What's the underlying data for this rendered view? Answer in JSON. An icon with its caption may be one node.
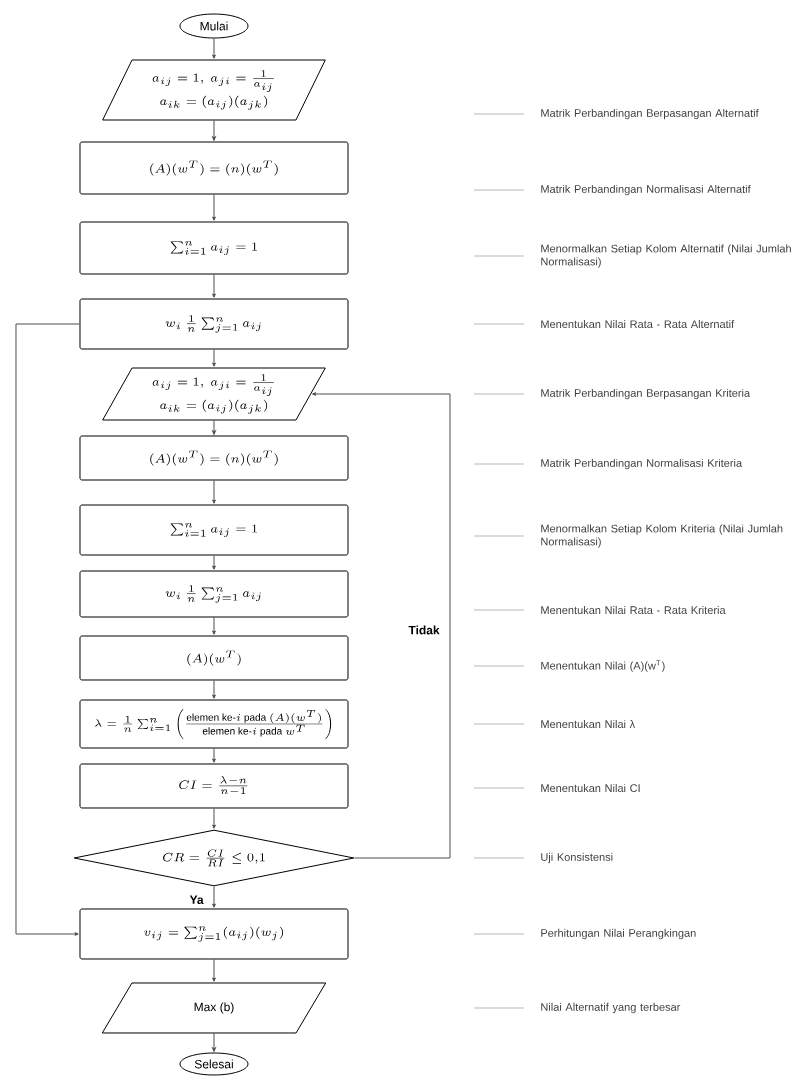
{
  "diagram": {
    "nodes": [
      {
        "text": [
          "Mulai"
        ]
      },
      {
        "text": [
          "a_{ij} = 1,\\ a_{ji} = \\frac{1}{a_{ij}}",
          "a_{ik} = (a_{ij})(a_{jk})"
        ]
      },
      {
        "text": [
          "(A)(w^T) = (n)(w^T)"
        ]
      },
      {
        "text": [
          "\\sum_{i=1}^{n} a_{ij} = 1"
        ]
      },
      {
        "text": [
          "w_i\\,\\frac{1}{n}\\sum_{j=1}^{n} a_{ij}"
        ]
      },
      {
        "text": [
          "a_{ij} = 1,\\ a_{ji} = \\frac{1}{a_{ij}}",
          "a_{ik} = (a_{ij})(a_{jk})"
        ]
      },
      {
        "text": [
          "(A)(w^T) = (n)(w^T)"
        ]
      },
      {
        "text": [
          "\\sum_{i=1}^{n} a_{ij} = 1"
        ]
      },
      {
        "text": [
          "w_i\\,\\frac{1}{n}\\sum_{j=1}^{n} a_{ij}"
        ]
      },
      {
        "text": [
          "(A)(w^T)"
        ]
      },
      {
        "text": [
          "\\lambda = \\frac{1}{n}\\sum_{i=1}^{n}\\left(\\frac{\\mbox{elemen ke-}i\\mbox{ pada }(A)(w^T)}{\\mbox{elemen ke-}i\\mbox{ pada }w^T}\\right)"
        ]
      },
      {
        "text": [
          "CI = \\frac{\\lambda - n}{n-1}"
        ]
      },
      {
        "text": [
          "CR = \\frac{CI}{RI} \\leq 0{,}1"
        ]
      },
      {
        "text": [
          "v_{ij} = \\sum_{j=1}^{n}(a_{ij})(w_j)"
        ]
      },
      {
        "text": [
          "Max (b)"
        ]
      },
      {
        "text": [
          "Selesai"
        ]
      }
    ],
    "edges": [
      {
        "from": 0,
        "to": 1,
        "arrow": "to"
      },
      {
        "from": 1,
        "to": 2,
        "arrow": "to"
      },
      {
        "from": 2,
        "to": 3,
        "arrow": "to"
      },
      {
        "from": 3,
        "to": 4,
        "arrow": "to"
      },
      {
        "from": 4,
        "to": 5,
        "arrow": "to"
      },
      {
        "from": 5,
        "to": 6,
        "arrow": "to"
      },
      {
        "from": 6,
        "to": 7,
        "arrow": "to"
      },
      {
        "from": 7,
        "to": 8,
        "arrow": "to"
      },
      {
        "from": 8,
        "to": 9,
        "arrow": "to"
      },
      {
        "from": 9,
        "to": 10,
        "arrow": "to"
      },
      {
        "from": 10,
        "to": 11,
        "arrow": "to"
      },
      {
        "from": 11,
        "to": 12,
        "arrow": "to"
      },
      {
        "from": 12,
        "to": 13,
        "arrow": "to",
        "label": "Ya"
      },
      {
        "from": 13,
        "to": 14,
        "arrow": "to"
      },
      {
        "from": 14,
        "to": 15,
        "arrow": "to"
      },
      {
        "from": 12,
        "to": 5,
        "arrow": "to",
        "label": "Tidak"
      },
      {
        "from": 4,
        "to": 13,
        "arrow": "to"
      }
    ],
    "labels": [
      "Matrik Perbandingan Berpasangan Alternatif",
      "Matrik Perbandingan Normalisasi Alternatif",
      "Menormalkan Setiap Kolom Alternatif (Nilai Jumlah Normalisasi)",
      "Menentukan Nilai Rata - Rata Alternatif",
      "Matrik Perbandingan Berpasangan Kriteria",
      "Matrik Perbandingan Normalisasi Kriteria",
      "Menormalkan Setiap Kolom Kriteria (Nilai Jumlah Normalisasi)",
      "Menentukan Nilai Rata - Rata Kriteria",
      "Menentukan Nilai (A)(w$^{T}$)",
      "Menentukan Nilai λ",
      "Menentukan Nilai CI",
      "Uji Konsistensi",
      "Perhitungan Nilai Perangkingan",
      "Nilai Alternatif yang terbesar"
    ]
  }
}
